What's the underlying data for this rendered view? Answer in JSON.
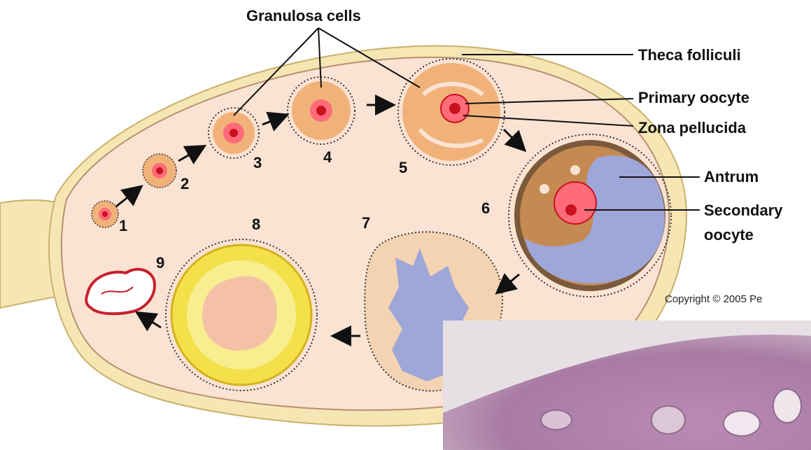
{
  "labels": {
    "granulosa_cells": "Granulosa cells",
    "theca_folliculi": "Theca folliculi",
    "primary_oocyte": "Primary oocyte",
    "zona_pellucida": "Zona pellucida",
    "antrum": "Antrum",
    "secondary_oocyte_line1": "Secondary",
    "secondary_oocyte_line2": "oocyte"
  },
  "stages": [
    "1",
    "2",
    "3",
    "4",
    "5",
    "6",
    "7",
    "8",
    "9"
  ],
  "copyright": "Copyright © 2005 Pe",
  "colors": {
    "ovary_fill": "#fbe3d3",
    "ligament": "#f6e6b4",
    "granulosa": "#f1b27a",
    "oocyte": "#ee3c46",
    "antrum": "#9fa6d8",
    "corpus_luteum": "#f3e04a",
    "corpus_albicans": "#c8202b",
    "micrograph": "#b58cb0"
  }
}
